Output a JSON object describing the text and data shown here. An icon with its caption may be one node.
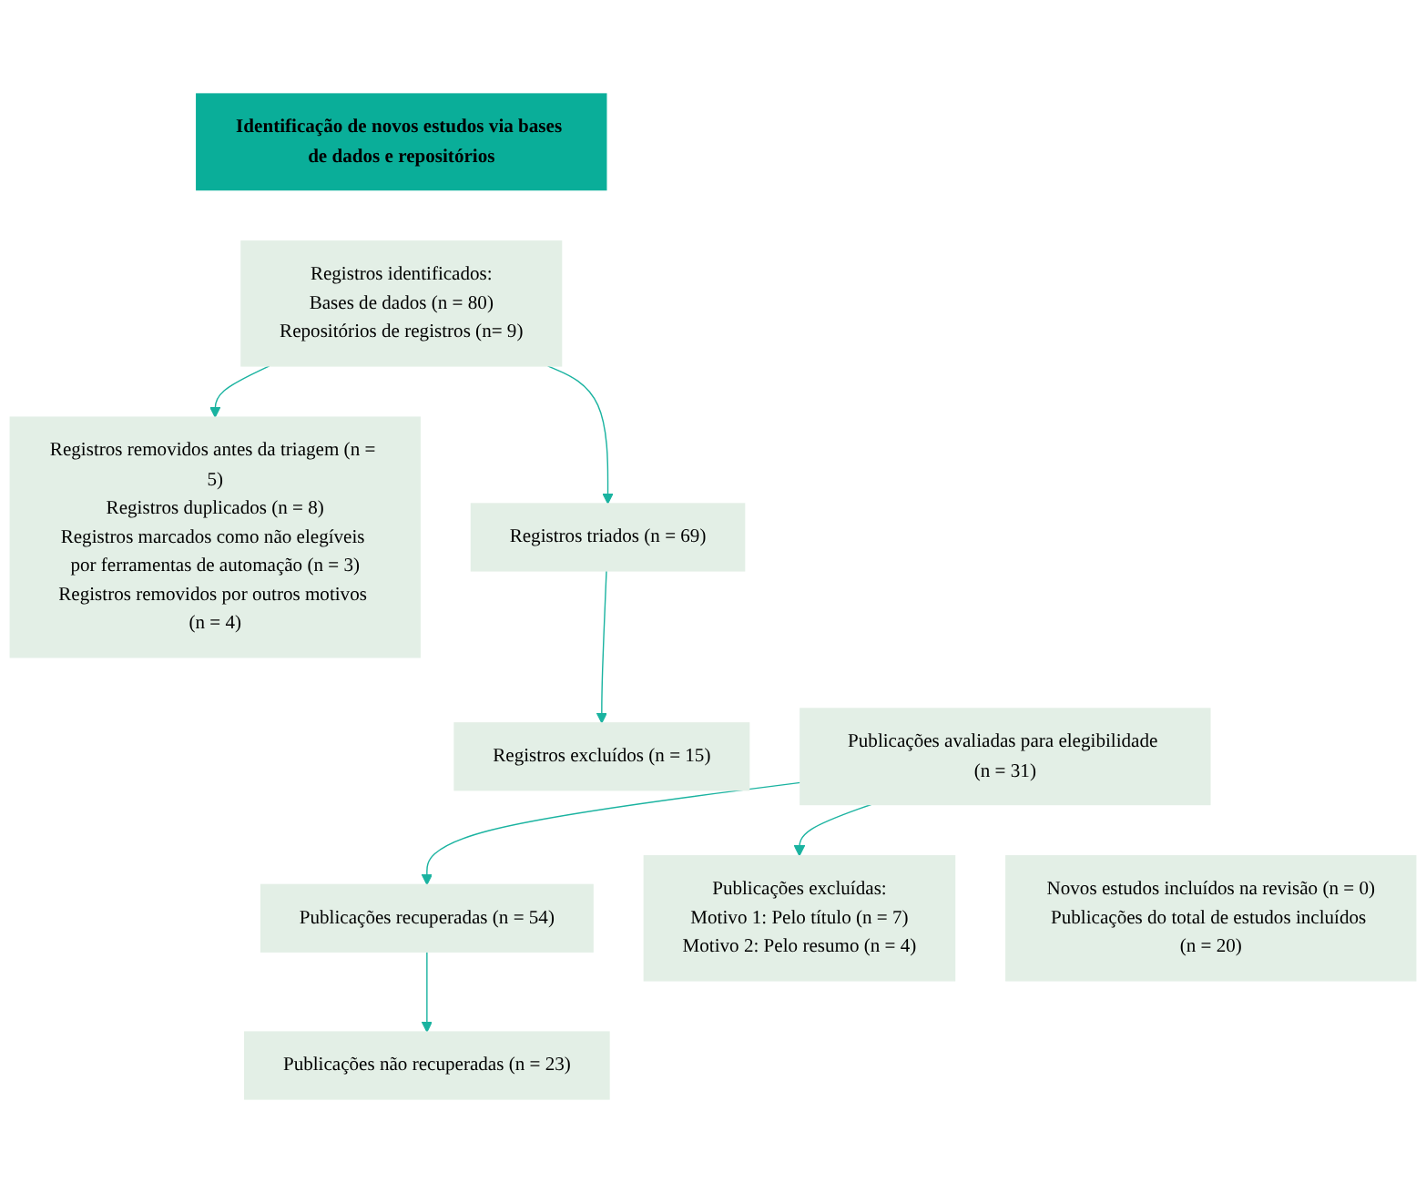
{
  "diagram": {
    "nodes": [
      {
        "text": [
          "Identificação de novos estudos via bases de dados e repositórios"
        ]
      },
      {
        "text": [
          "Registros identificados:",
          "Bases de dados (n = 80)",
          "Repositórios de registros (n= 9)"
        ]
      },
      {
        "text": [
          "Registros removidos antes da triagem (n = 5)",
          "Registros duplicados (n = 8)",
          "Registros marcados como não elegíveis por ferramentas de automação (n = 3)",
          "Registros removidos por outros motivos (n = 4)"
        ]
      },
      {
        "text": [
          "Registros triados (n = 69)"
        ]
      },
      {
        "text": [
          "Registros excluídos (n = 15)"
        ]
      },
      {
        "text": [
          "Publicações recuperadas (n = 54)"
        ]
      },
      {
        "text": [
          "Publicações não recuperadas (n = 23)"
        ]
      },
      {
        "text": [
          "Publicações avaliadas para elegibilidade (n = 31)"
        ]
      },
      {
        "text": [
          "Publicações excluídas:",
          "Motivo 1: Pelo título (n = 7)",
          "Motivo 2: Pelo resumo (n = 4)"
        ]
      },
      {
        "text": [
          "Novos estudos incluídos na revisão (n = 0)",
          "Publicações do total de estudos incluídos (n = 20)"
        ]
      }
    ],
    "edges": [
      {
        "from": 1,
        "to": 2,
        "arrow": "to"
      },
      {
        "from": 1,
        "to": 3,
        "arrow": "to"
      },
      {
        "from": 3,
        "to": 4,
        "arrow": "to"
      },
      {
        "from": 5,
        "to": 6,
        "arrow": "to"
      },
      {
        "from": 7,
        "to": 5,
        "arrow": "to"
      },
      {
        "from": 7,
        "to": 8,
        "arrow": "to"
      }
    ]
  }
}
